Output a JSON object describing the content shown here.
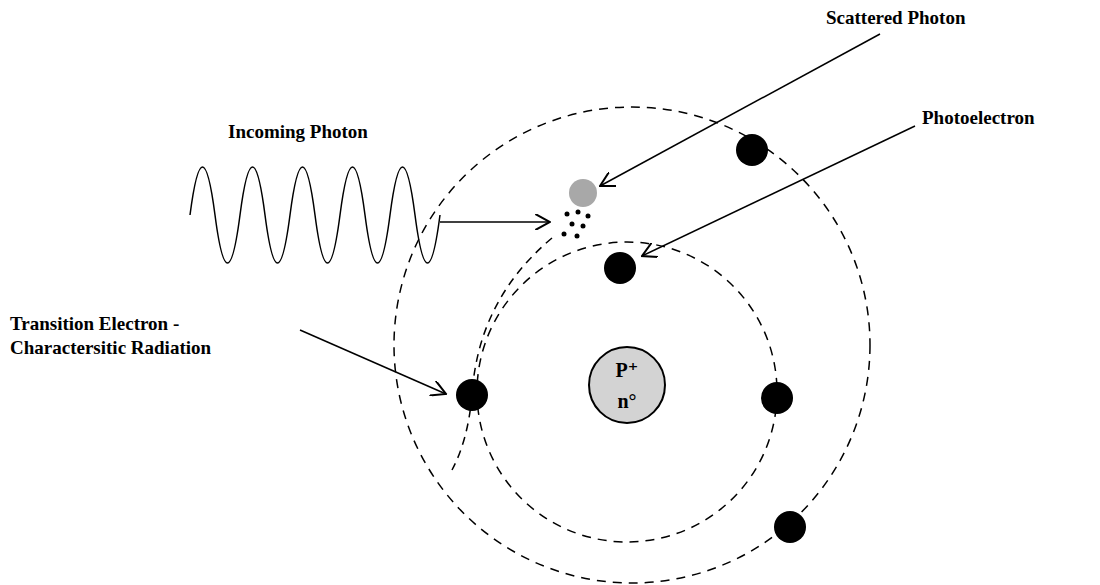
{
  "diagram": {
    "nodes": [
      {
        "text": [
          "P⁺",
          "n°"
        ]
      }
    ],
    "labels": [
      "Scattered Photon",
      "Incoming Photon",
      "Photoelectron",
      "Transition Electron - Charactersitic Radiation"
    ]
  }
}
